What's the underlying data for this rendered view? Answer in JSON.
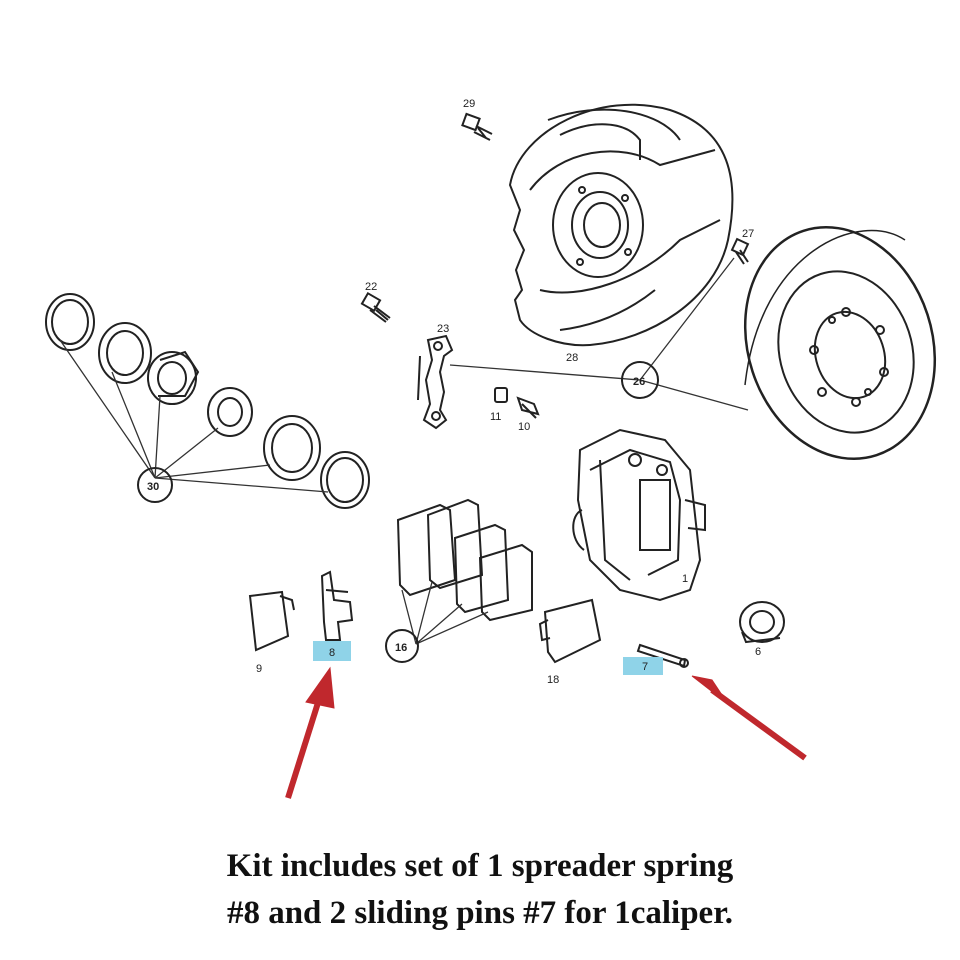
{
  "parts": {
    "p29": "29",
    "p27": "27",
    "p22": "22",
    "p23": "23",
    "p28": "28",
    "p26": "26",
    "p11": "11",
    "p10": "10",
    "p30": "30",
    "p1": "1",
    "p16": "16",
    "p9": "9",
    "p8": "8",
    "p18": "18",
    "p7": "7",
    "p6": "6"
  },
  "highlight_color": "#8fd3e8",
  "arrow_color": "#c0282d",
  "caption": {
    "line1": "Kit includes set of 1 spreader spring",
    "line2": "#8 and 2 sliding pins #7 for 1caliper."
  }
}
